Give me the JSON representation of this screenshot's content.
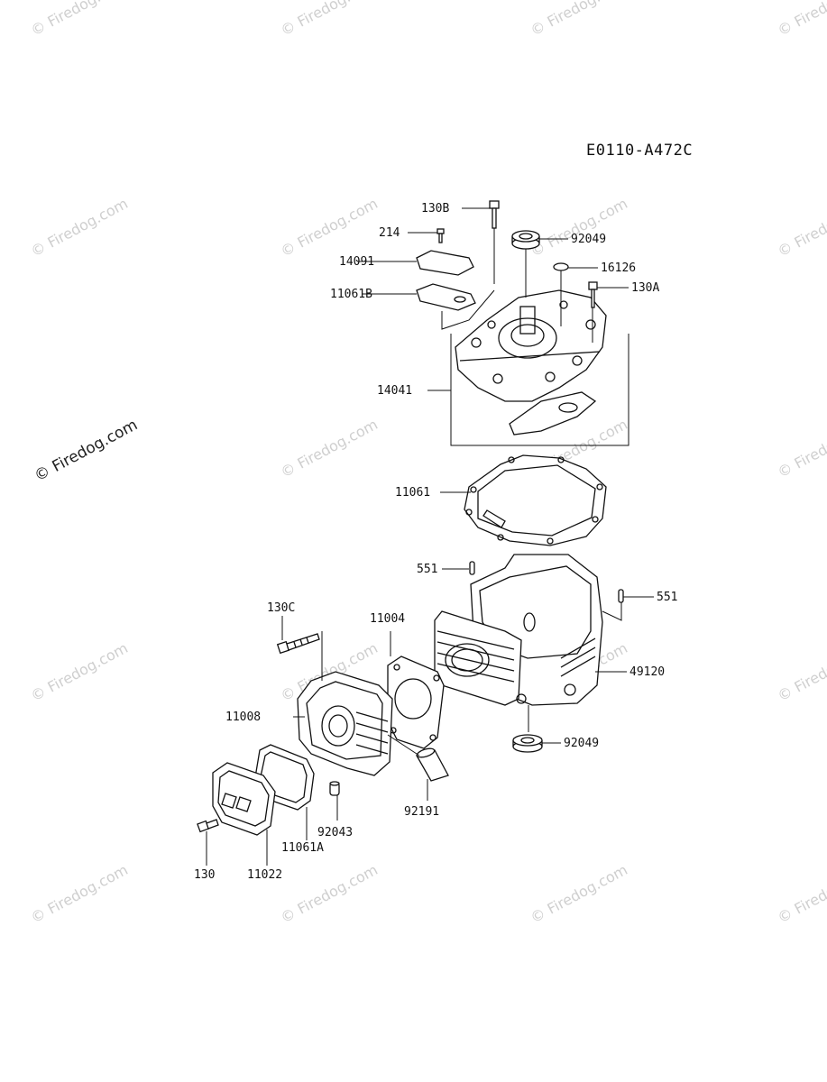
{
  "diagram_code": "E0110-A472C",
  "watermark_text": "© Firedog.com",
  "parts": [
    {
      "id": "130b",
      "label": "130B"
    },
    {
      "id": "214",
      "label": "214"
    },
    {
      "id": "92049-top",
      "label": "92049"
    },
    {
      "id": "14091",
      "label": "14091"
    },
    {
      "id": "16126",
      "label": "16126"
    },
    {
      "id": "11061b",
      "label": "11061B"
    },
    {
      "id": "130a",
      "label": "130A"
    },
    {
      "id": "14041",
      "label": "14041"
    },
    {
      "id": "11061",
      "label": "11061"
    },
    {
      "id": "551-left",
      "label": "551"
    },
    {
      "id": "551-right",
      "label": "551"
    },
    {
      "id": "130c",
      "label": "130C"
    },
    {
      "id": "11004",
      "label": "11004"
    },
    {
      "id": "49120",
      "label": "49120"
    },
    {
      "id": "11008",
      "label": "11008"
    },
    {
      "id": "92049-bottom",
      "label": "92049"
    },
    {
      "id": "92191",
      "label": "92191"
    },
    {
      "id": "92043",
      "label": "92043"
    },
    {
      "id": "11061a",
      "label": "11061A"
    },
    {
      "id": "130",
      "label": "130"
    },
    {
      "id": "11022",
      "label": "11022"
    }
  ]
}
